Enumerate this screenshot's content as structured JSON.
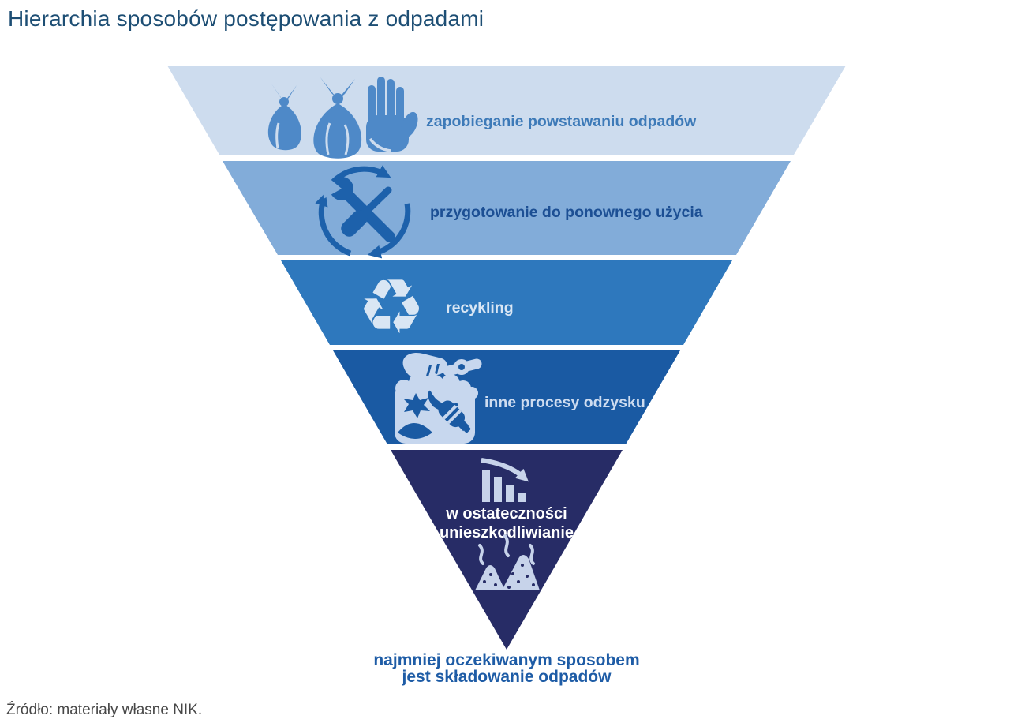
{
  "title": "Hierarchia sposobów postępowania z odpadami",
  "source": "Źródło: materiały własne NIK.",
  "pyramid": {
    "caption": {
      "line1": "najmniej oczekiwanym sposobem",
      "line2": "jest składowanie odpadów",
      "color": "#1e5ca6"
    },
    "levels": [
      {
        "rank": 1,
        "label": "zapobieganie powstawaniu odpadów",
        "bg": "#cddcee",
        "label_color": "#3d7ab8",
        "icon": "waste-bags-and-stop-hand-icon"
      },
      {
        "rank": 2,
        "label": "przygotowanie do ponownego użycia",
        "bg": "#82acd9",
        "label_color": "#1c4f94",
        "icon": "repair-tools-cycle-icon"
      },
      {
        "rank": 3,
        "label": "recykling",
        "bg": "#2e78bd",
        "label_color": "#d9e6f4",
        "icon": "recycling-symbol-icon",
        "icon_glyph": "♻"
      },
      {
        "rank": 4,
        "label": "inne procesy odzysku",
        "bg": "#1a5aa3",
        "label_color": "#cedcf0",
        "icon": "hand-discarding-waste-icon"
      },
      {
        "rank": 5,
        "label_line1": "w ostateczności",
        "label_line2": "unieszkodliwianie",
        "bg": "#272c66",
        "label_color": "#ffffff",
        "icons": [
          "declining-bar-chart-icon",
          "smelling-waste-piles-icon"
        ]
      }
    ]
  }
}
